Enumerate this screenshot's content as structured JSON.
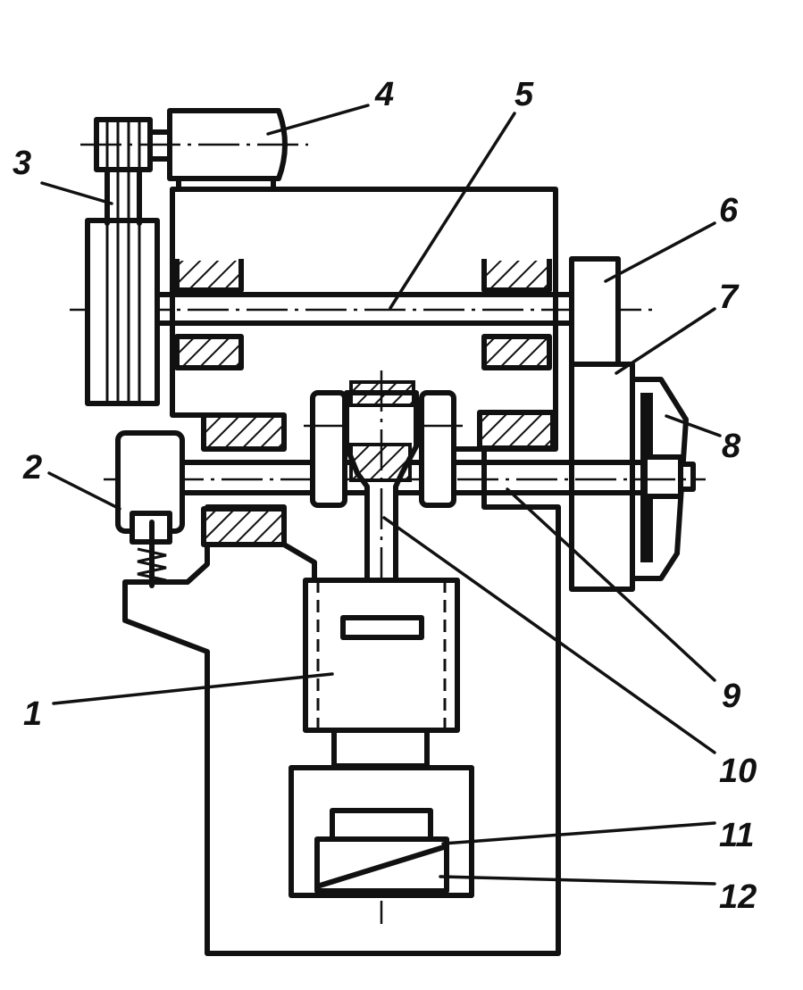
{
  "diagram": {
    "labels": {
      "l1": "1",
      "l2": "2",
      "l3": "3",
      "l4": "4",
      "l5": "5",
      "l6": "6",
      "l7": "7",
      "l8": "8",
      "l9": "9",
      "l10": "10",
      "l11": "11",
      "l12": "12"
    }
  },
  "colors": {
    "ink": "#111111",
    "paper": "#ffffff"
  }
}
